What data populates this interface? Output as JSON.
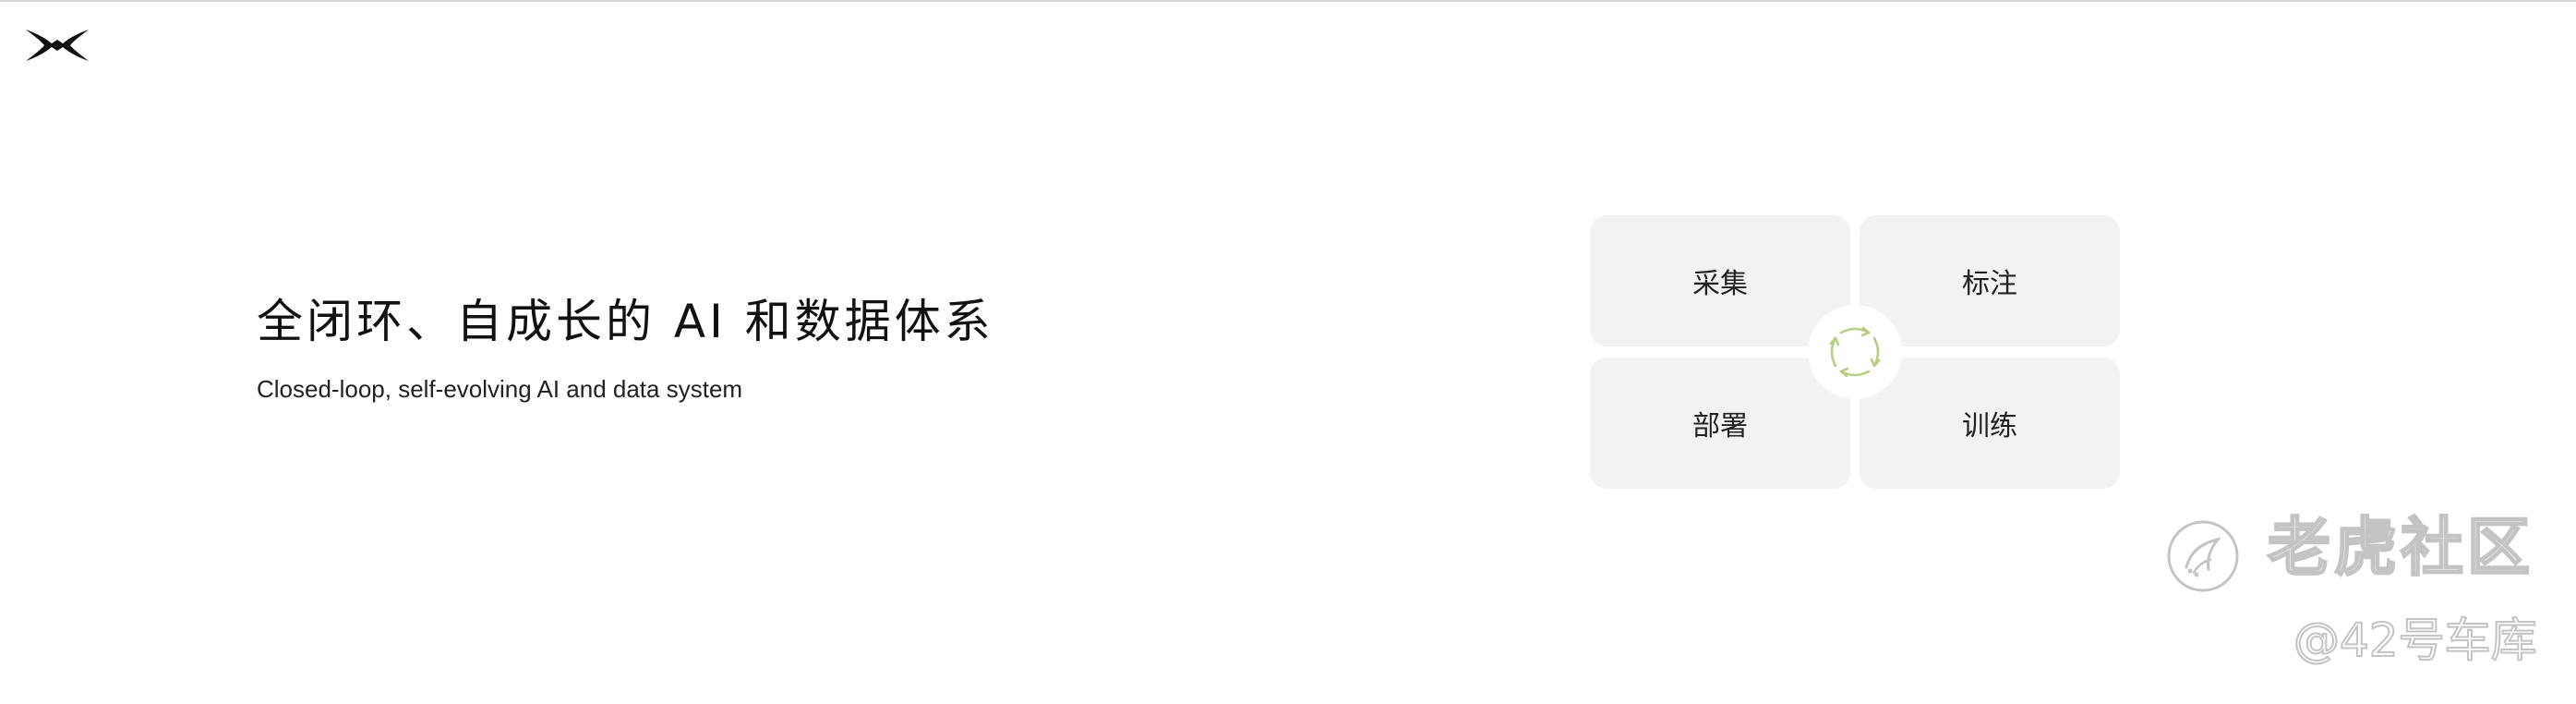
{
  "brand": {
    "logo_icon": "xpeng-x-logo-icon"
  },
  "hero": {
    "title": "全闭环、自成长的 AI 和数据体系",
    "subtitle": "Closed-loop, self-evolving AI and data system"
  },
  "cycle": {
    "steps": [
      "采集",
      "标注",
      "部署",
      "训练"
    ],
    "hub_icon": "refresh-cycle-icon",
    "accent_color": "#b7cf84",
    "tile_color": "#f2f2f2"
  },
  "watermark": {
    "logo_icon": "tiger-community-logo-icon",
    "title": "老虎社区",
    "handle": "@42号车库"
  }
}
